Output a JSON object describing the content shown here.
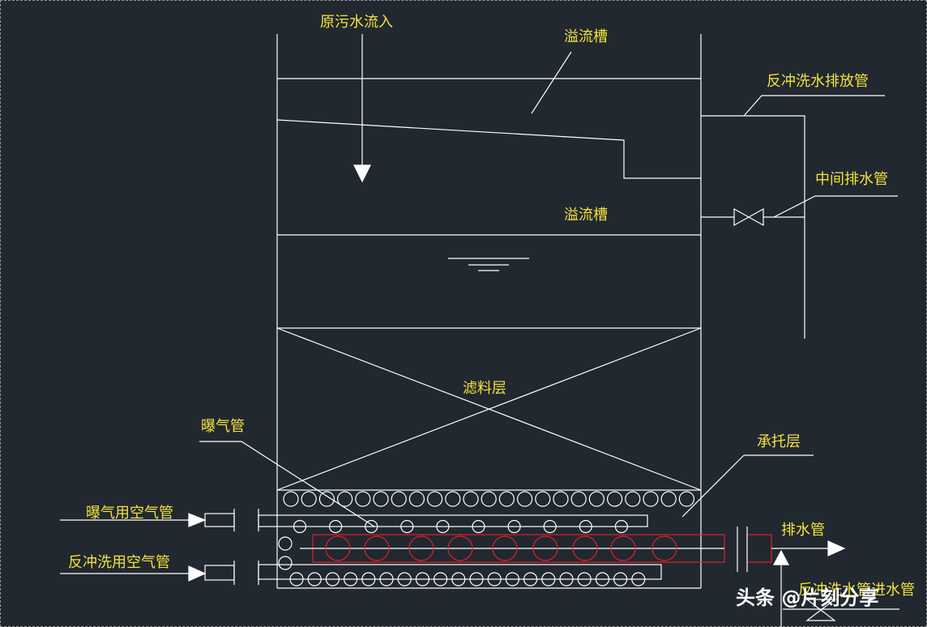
{
  "labels": {
    "raw_sewage_inlet": "原污水流入",
    "overflow_trough_top": "溢流槽",
    "overflow_trough_mid": "溢流槽",
    "backwash_discharge_pipe": "反冲洗水排放管",
    "intermediate_drain_pipe": "中间排水管",
    "filter_media_layer": "滤料层",
    "aeration_pipe": "曝气管",
    "support_layer": "承托层",
    "aeration_air_pipe": "曝气用空气管",
    "drain_pipe": "排水管",
    "backwash_air_pipe": "反冲洗用空气管",
    "backwash_water_inlet_pipe": "反冲洗水管进水管"
  },
  "watermark": "头条 @片刻分享",
  "colors": {
    "background": "#212830",
    "lines": "#ffffff",
    "labels": "#f2e33a",
    "drain_pipe_highlight": "#e0202a"
  }
}
